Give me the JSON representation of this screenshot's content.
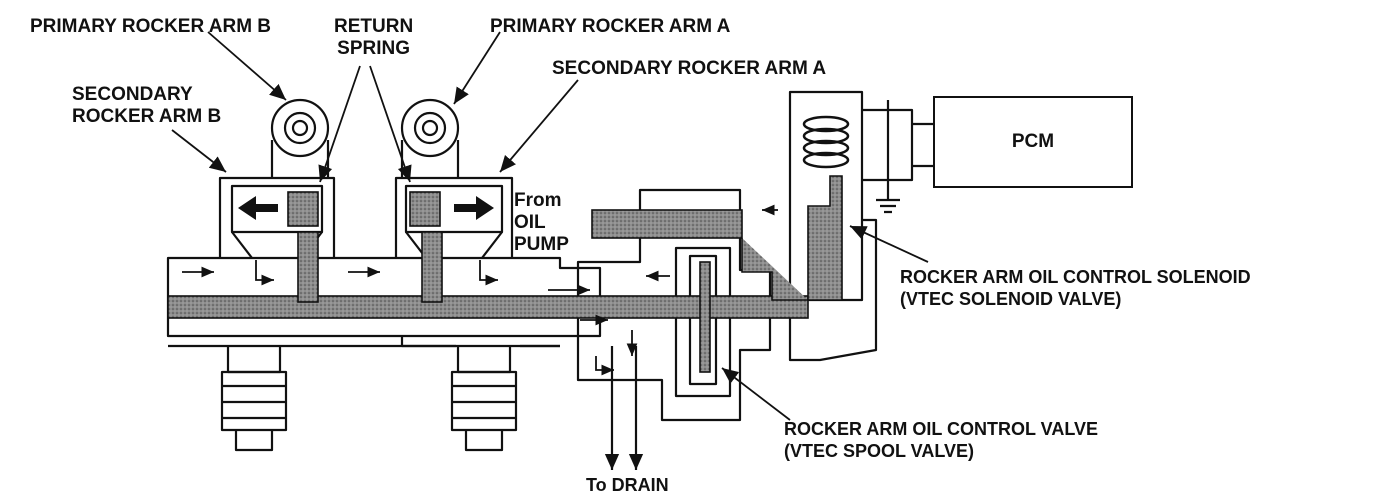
{
  "labels": {
    "primary_b": "PRIMARY ROCKER ARM B",
    "return_spring": "RETURN\nSPRING",
    "primary_a": "PRIMARY ROCKER ARM A",
    "secondary_a": "SECONDARY ROCKER ARM A",
    "secondary_b": "SECONDARY\nROCKER ARM B",
    "from_oil_pump": "From\nOIL\nPUMP",
    "pcm": "PCM",
    "solenoid": "ROCKER ARM OIL CONTROL SOLENOID\n(VTEC SOLENOID VALVE)",
    "spool": "ROCKER ARM OIL CONTROL VALVE\n(VTEC SPOOL VALVE)",
    "to_drain": "To DRAIN"
  },
  "colors": {
    "ink": "#111111",
    "oil": "#8a8a8a",
    "oil_dark": "#5c5c5c",
    "paper": "#ffffff"
  }
}
